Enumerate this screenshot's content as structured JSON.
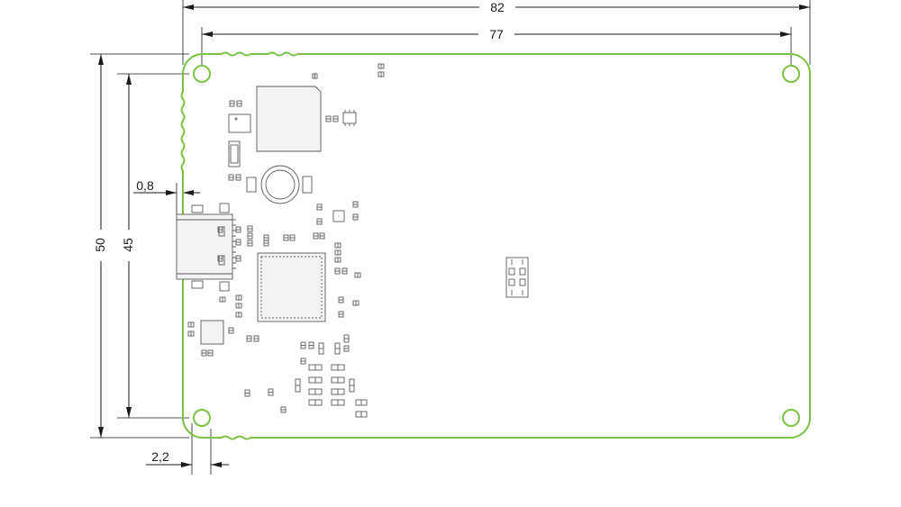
{
  "drawing": {
    "dimensions": {
      "outer_width": "82",
      "hole_spacing_x": "77",
      "outer_height": "50",
      "hole_spacing_y": "45",
      "connector_offset": "0,8",
      "hole_edge_offset": "2,2"
    },
    "colors": {
      "board_outline": "#7cc242",
      "dimension_lines": "#1a1a1a",
      "components": "#5a5a5a"
    }
  }
}
